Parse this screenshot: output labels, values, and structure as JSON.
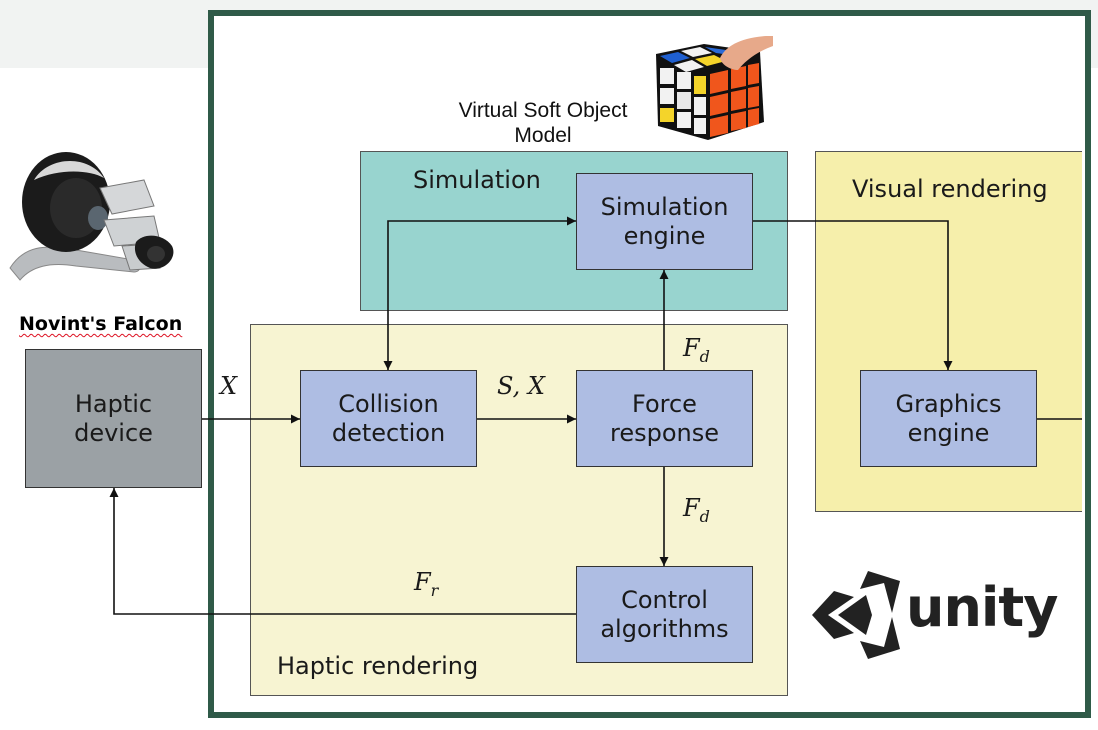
{
  "caption": {
    "line1": "Virtual Soft Object",
    "line2": "Model"
  },
  "device_label": "Novint's Falcon",
  "panels": {
    "simulation": "Simulation",
    "visual": "Visual rendering",
    "haptic": "Haptic rendering"
  },
  "blocks": {
    "haptic_device": "Haptic\ndevice",
    "simulation_engine": "Simulation\nengine",
    "collision_detection": "Collision\ndetection",
    "force_response": "Force\nresponse",
    "control_algorithms": "Control\nalgorithms",
    "graphics_engine": "Graphics\nengine"
  },
  "signals": {
    "x": "X",
    "sx": "S, X",
    "fd_up": {
      "base": "F",
      "sub": "d"
    },
    "fd_down": {
      "base": "F",
      "sub": "d"
    },
    "fr": {
      "base": "F",
      "sub": "r"
    }
  },
  "logo": {
    "text": "unity",
    "icon": "unity-logo-icon"
  },
  "colors": {
    "frame": "#2f5a48",
    "simulation_panel": "#98d4cf",
    "haptic_panel": "#f7f4d2",
    "visual_panel": "#f6efab",
    "block": "#aebde3",
    "device_block": "#9ba1a5"
  }
}
